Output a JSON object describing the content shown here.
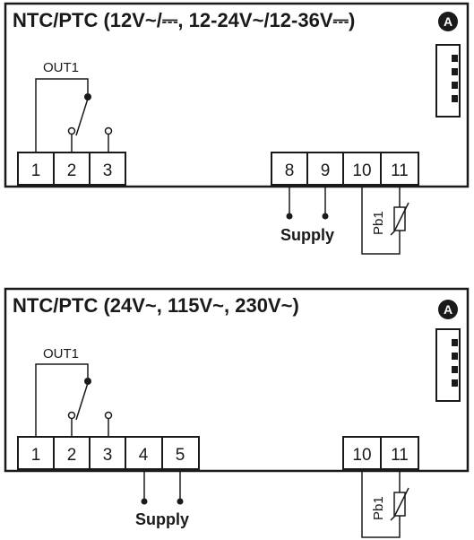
{
  "diagrams": [
    {
      "title": "NTC/PTC (12V~/⎓, 12-24V~/12-36V⎓)",
      "badge": "A",
      "relay_label": "OUT1",
      "terminals": [
        "1",
        "2",
        "3",
        "8",
        "9",
        "10",
        "11"
      ],
      "supply_label": "Supply",
      "probe_label": "Pb1"
    },
    {
      "title": "NTC/PTC (24V~, 115V~, 230V~)",
      "badge": "A",
      "relay_label": "OUT1",
      "terminals": [
        "1",
        "2",
        "3",
        "4",
        "5",
        "10",
        "11"
      ],
      "supply_label": "Supply",
      "probe_label": "Pb1"
    }
  ],
  "colors": {
    "ink": "#1a1a1a",
    "background": "#ffffff"
  }
}
